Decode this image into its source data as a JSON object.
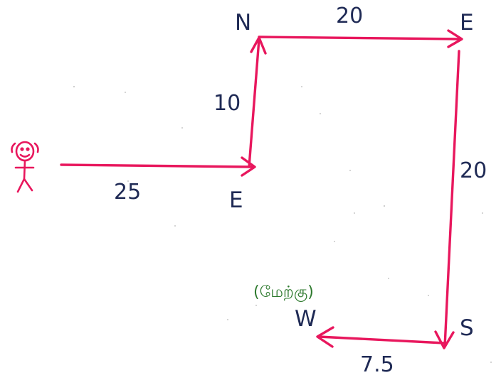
{
  "colors": {
    "path": "#e8175d",
    "text": "#1f2a55",
    "annotation": "#2e7a2e",
    "person": "#e8175d"
  },
  "icons": {
    "person": "stick-figure-person-icon"
  },
  "labels": {
    "seg1_distance": "25",
    "seg1_direction": "E",
    "seg2_distance": "10",
    "seg2_direction": "N",
    "seg3_distance": "20",
    "seg3_direction": "E",
    "seg4_distance": "20",
    "seg4_direction": "S",
    "seg5_distance": "7.5",
    "seg5_direction": "W",
    "west_tamil": "(மேற்கு)"
  }
}
